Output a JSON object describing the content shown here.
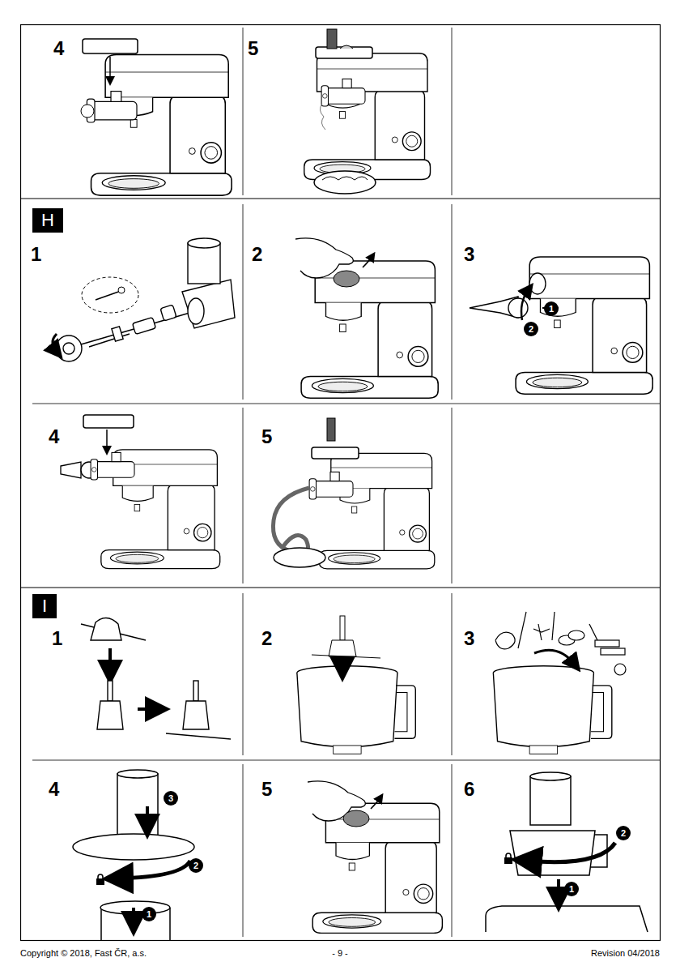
{
  "diagram": {
    "nodes": [
      {
        "text": [
          "H"
        ]
      },
      {
        "text": [
          "1"
        ]
      },
      {
        "text": [
          "2"
        ]
      },
      {
        "text": [
          "I"
        ]
      },
      {
        "text": [
          "3"
        ]
      },
      {
        "text": [
          "2"
        ]
      },
      {
        "text": [
          "1"
        ]
      },
      {
        "text": [
          "2"
        ]
      },
      {
        "text": [
          "1"
        ]
      }
    ],
    "edges": [],
    "labels": [
      "4",
      "5",
      "1",
      "2",
      "3",
      "4",
      "5",
      "1",
      "2",
      "3",
      "4",
      "5",
      "6",
      "Copyright © 2018, Fast ČR, a.s.",
      "- 9 -",
      "Revision 04/2018"
    ]
  }
}
